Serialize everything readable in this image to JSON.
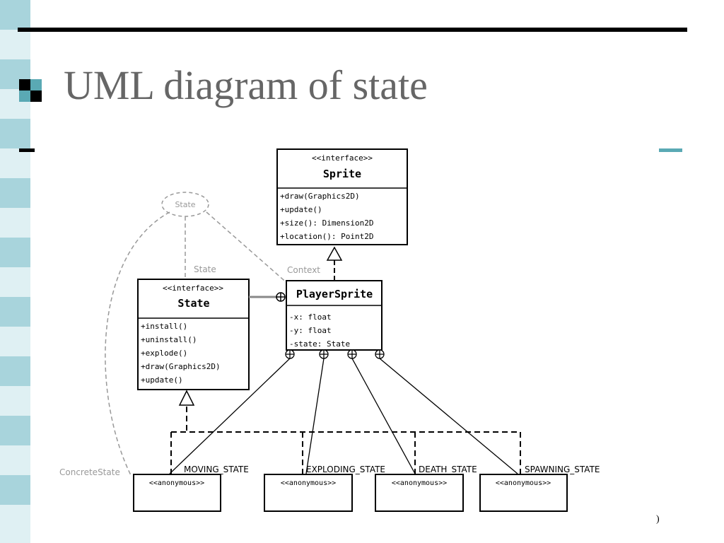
{
  "slide": {
    "title": "UML diagram of state",
    "page_number": ")"
  },
  "colors": {
    "side_strip_light": "#a8d4dc",
    "side_strip_pale": "#dff0f3",
    "accent": "#5aa9b4",
    "title_gray": "#666666",
    "uml_gray": "#999999"
  },
  "diagram": {
    "sprite": {
      "stereotype": "<<interface>>",
      "name": "Sprite",
      "members": [
        "+draw(Graphics2D)",
        "+update()",
        "+size(): Dimension2D",
        "+location(): Point2D"
      ]
    },
    "state": {
      "stereotype": "<<interface>>",
      "name": "State",
      "members": [
        "+install()",
        "+uninstall()",
        "+explode()",
        "+draw(Graphics2D)",
        "+update()"
      ]
    },
    "player_sprite": {
      "name": "PlayerSprite",
      "members": [
        "-x: float",
        "-y: float",
        "-state: State"
      ]
    },
    "collaboration": {
      "name": "State",
      "role_state": "State",
      "role_context": "Context",
      "role_concrete": "ConcreteState"
    },
    "anonymous_classes": [
      {
        "stereotype": "<<anonymous>>",
        "role": "MOVING_STATE"
      },
      {
        "stereotype": "<<anonymous>>",
        "role": "EXPLODING_STATE"
      },
      {
        "stereotype": "<<anonymous>>",
        "role": "DEATH_STATE"
      },
      {
        "stereotype": "<<anonymous>>",
        "role": "SPAWNING_STATE"
      }
    ]
  }
}
